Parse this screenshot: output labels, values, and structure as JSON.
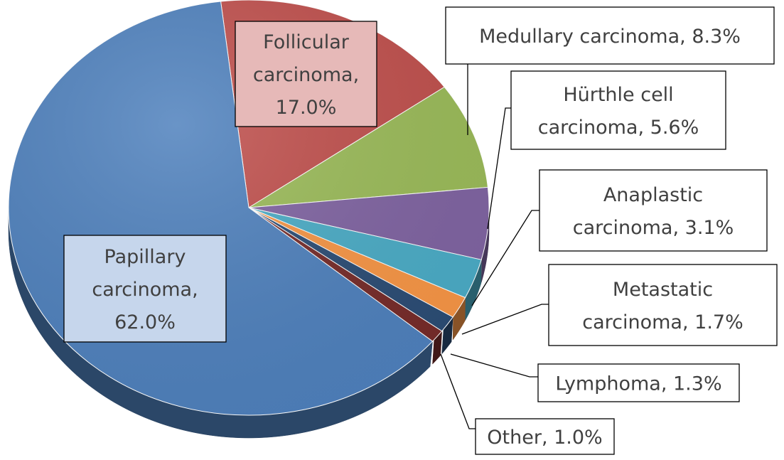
{
  "chart_data": {
    "type": "pie",
    "style": "3d",
    "title": "",
    "start_angle_deg": -6.7,
    "slices": [
      {
        "name": "Follicular carcinoma",
        "value": 17.0,
        "label_lines": [
          "Follicular",
          "carcinoma,",
          "17.0%"
        ],
        "color": "#C0504D",
        "label_fill": "#E6B9B8"
      },
      {
        "name": "Medullary carcinoma",
        "value": 8.3,
        "label_lines": [
          "Medullary carcinoma, 8.3%"
        ],
        "color": "#9BBB59",
        "label_fill": "#FFFFFF"
      },
      {
        "name": "Hürthle cell carcinoma",
        "value": 5.6,
        "label_lines": [
          "Hürthle cell",
          "carcinoma, 5.6%"
        ],
        "color": "#8064A2",
        "label_fill": "#FFFFFF"
      },
      {
        "name": "Anaplastic carcinoma",
        "value": 3.1,
        "label_lines": [
          "Anaplastic",
          "carcinoma, 3.1%"
        ],
        "color": "#4BACC6",
        "label_fill": "#FFFFFF"
      },
      {
        "name": "Metastatic carcinoma",
        "value": 1.7,
        "label_lines": [
          "Metastatic",
          "carcinoma, 1.7%"
        ],
        "color": "#F79646",
        "label_fill": "#FFFFFF"
      },
      {
        "name": "Lymphoma",
        "value": 1.3,
        "label_lines": [
          "Lymphoma, 1.3%"
        ],
        "color": "#2C4D75",
        "label_fill": "#FFFFFF"
      },
      {
        "name": "Other",
        "value": 1.0,
        "label_lines": [
          "Other, 1.0%"
        ],
        "color": "#772C2A",
        "label_fill": "#FFFFFF"
      },
      {
        "name": "Papillary carcinoma",
        "value": 62.0,
        "label_lines": [
          "Papillary",
          "carcinoma,",
          "62.0%"
        ],
        "color": "#4F81BD",
        "label_fill": "#C6D6EC"
      }
    ]
  }
}
